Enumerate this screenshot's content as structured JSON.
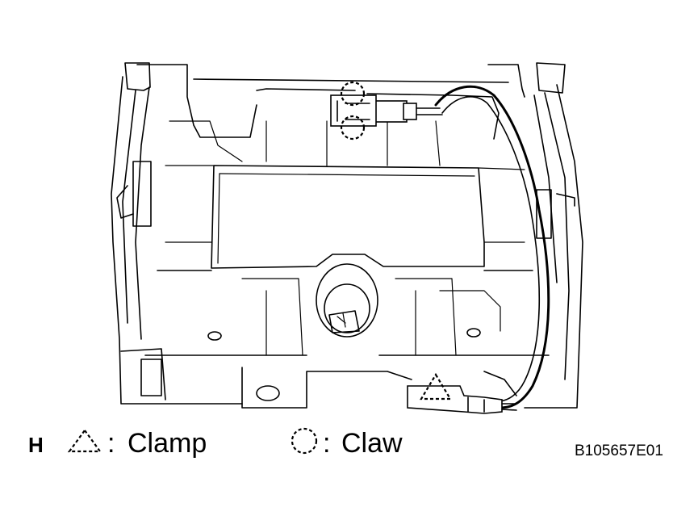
{
  "figure": {
    "view_label": "H",
    "legend": [
      {
        "symbol": "triangle-dashed-icon",
        "separator": ":",
        "label": "Clamp"
      },
      {
        "symbol": "circle-dashed-icon",
        "separator": ":",
        "label": "Claw"
      }
    ],
    "figure_code": "B105657E01"
  }
}
